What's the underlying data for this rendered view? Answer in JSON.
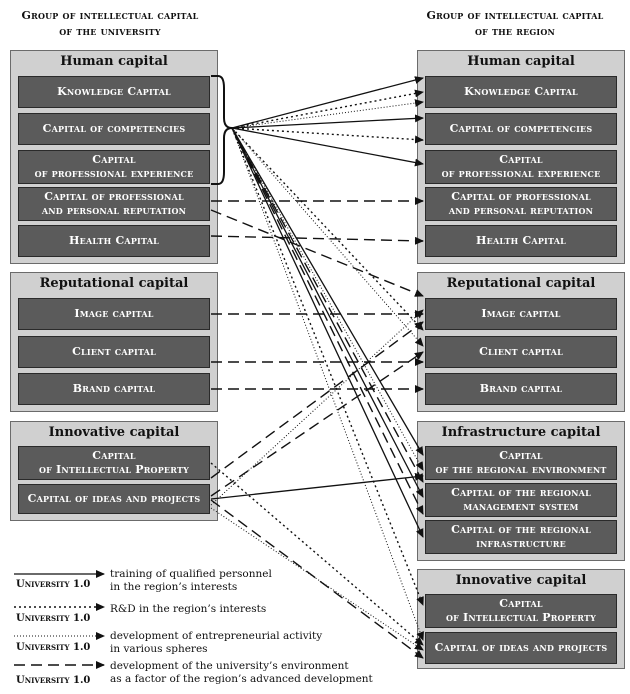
{
  "left_column": {
    "title_line1": "Group of intellectual capital",
    "title_line2": "of the university"
  },
  "right_column": {
    "title_line1": "Group of intellectual capital",
    "title_line2": "of the region"
  },
  "left_groups": {
    "human": {
      "title": "Human capital",
      "items": {
        "knowledge": [
          "Knowledge Capital"
        ],
        "competencies": [
          "Capital of competencies"
        ],
        "experience": [
          "Capital",
          "of professional experience"
        ],
        "reputation": [
          "Capital of professional",
          "and personal reputation"
        ],
        "health": [
          "Health Capital"
        ]
      }
    },
    "reputational": {
      "title": "Reputational capital",
      "items": {
        "image": [
          "Image capital"
        ],
        "client": [
          "Client capital"
        ],
        "brand": [
          "Brand capital"
        ]
      }
    },
    "innovative": {
      "title": "Innovative capital",
      "items": {
        "ip": [
          "Capital",
          "of Intellectual Property"
        ],
        "ideas": [
          "Capital of ideas and projects"
        ]
      }
    }
  },
  "right_groups": {
    "human": {
      "title": "Human capital",
      "items": {
        "knowledge": [
          "Knowledge Capital"
        ],
        "competencies": [
          "Capital of competencies"
        ],
        "experience": [
          "Capital",
          "of professional experience"
        ],
        "reputation": [
          "Capital of professional",
          "and personal reputation"
        ],
        "health": [
          "Health Capital"
        ]
      }
    },
    "reputational": {
      "title": "Reputational capital",
      "items": {
        "image": [
          "Image capital"
        ],
        "client": [
          "Client capital"
        ],
        "brand": [
          "Brand capital"
        ]
      }
    },
    "infrastructure": {
      "title": "Infrastructure capital",
      "items": {
        "environment": [
          "Capital",
          "of the regional environment"
        ],
        "management": [
          "Capital of the regional",
          "management system"
        ],
        "infra": [
          "Capital of the regional",
          "infrastructure"
        ]
      }
    },
    "innovative": {
      "title": "Innovative capital",
      "items": {
        "ip": [
          "Capital",
          "of Intellectual Property"
        ],
        "ideas": [
          "Capital of ideas and projects"
        ]
      }
    }
  },
  "legend": {
    "label": "University 1.0",
    "entries": [
      {
        "style": "solid",
        "lines": [
          "training of qualified personnel",
          "in the region’s interests"
        ]
      },
      {
        "style": "dotted",
        "lines": [
          "R&D in the region’s interests"
        ]
      },
      {
        "style": "fine-dotted",
        "lines": [
          "development of entrepreneurial activity",
          "in various spheres"
        ]
      },
      {
        "style": "dashed",
        "lines": [
          "development of the university’s environment",
          "as a factor of the region’s advanced development"
        ]
      }
    ]
  }
}
